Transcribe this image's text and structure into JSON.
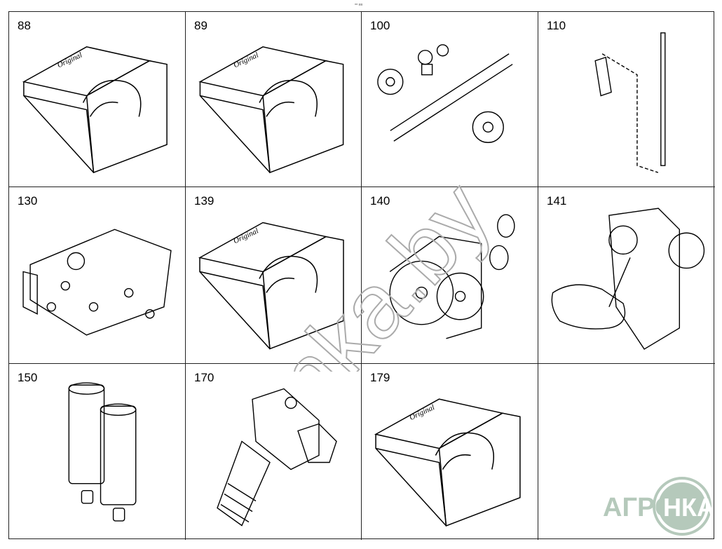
{
  "header": {
    "mark": "⁸⁸ ≡≡"
  },
  "cells": [
    {
      "label": "88",
      "type": "package"
    },
    {
      "label": "89",
      "type": "package"
    },
    {
      "label": "100",
      "type": "camshaft"
    },
    {
      "label": "110",
      "type": "pushrod"
    },
    {
      "label": "130",
      "type": "oil-cooler"
    },
    {
      "label": "139",
      "type": "package"
    },
    {
      "label": "140",
      "type": "oil-pump"
    },
    {
      "label": "141",
      "type": "oil-pump-housing"
    },
    {
      "label": "150",
      "type": "oil-filter"
    },
    {
      "label": "170",
      "type": "injection-pump"
    },
    {
      "label": "179",
      "type": "package"
    },
    {
      "label": "",
      "type": "empty"
    }
  ],
  "watermark": {
    "text": "nka.by"
  },
  "logo": {
    "left": "АГРО",
    "right": "НКА",
    "color": "#b5c9bb"
  },
  "package_text": "Original"
}
